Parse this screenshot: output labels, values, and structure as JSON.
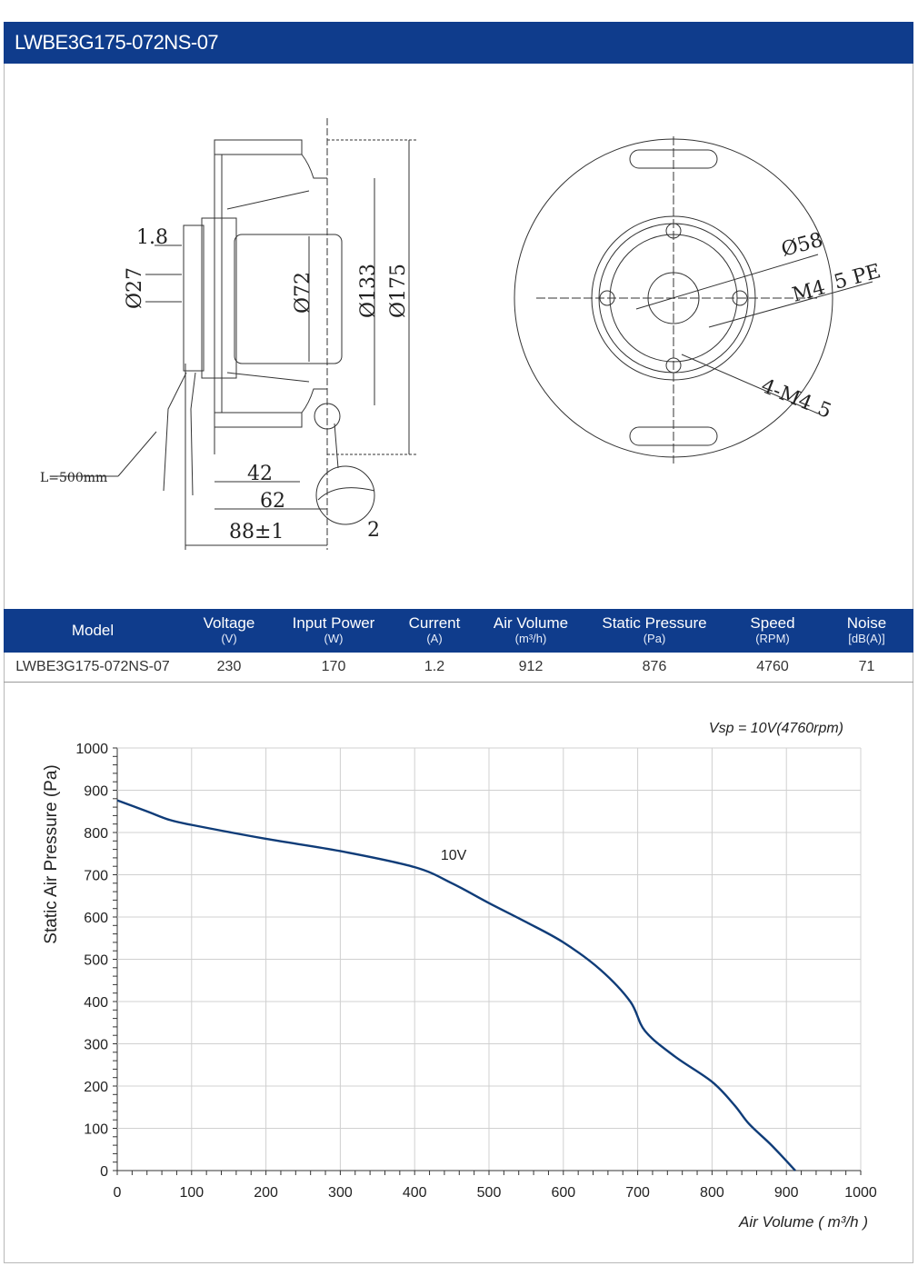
{
  "header": {
    "title": "LWBE3G175-072NS-07"
  },
  "drawing": {
    "side_dims": [
      "1.8",
      "Ø27",
      "Ø72",
      "Ø133",
      "Ø175",
      "L=500mm",
      "42",
      "62",
      "88±1",
      "2"
    ],
    "front_dims": [
      "Ø58",
      "M4",
      "5 PE",
      "4-M4",
      "5"
    ]
  },
  "table": {
    "headers": [
      {
        "label": "Model",
        "unit": ""
      },
      {
        "label": "Voltage",
        "unit": "(V)"
      },
      {
        "label": "Input Power",
        "unit": "(W)"
      },
      {
        "label": "Current",
        "unit": "(A)"
      },
      {
        "label": "Air Volume",
        "unit": "(m³/h)"
      },
      {
        "label": "Static Pressure",
        "unit": "(Pa)"
      },
      {
        "label": "Speed",
        "unit": "(RPM)"
      },
      {
        "label": "Noise",
        "unit": "[dB(A)]"
      }
    ],
    "rows": [
      [
        "LWBE3G175-072NS-07",
        "230",
        "170",
        "1.2",
        "912",
        "876",
        "4760",
        "71"
      ]
    ]
  },
  "chart_data": {
    "type": "line",
    "subtitle": "Vsp = 10V(4760rpm)",
    "xlabel": "Air Volume ( m³/h )",
    "ylabel": "Static Air Pressure  (Pa)",
    "xlim": [
      0,
      1000
    ],
    "ylim": [
      0,
      1000
    ],
    "xticks": [
      0,
      100,
      200,
      300,
      400,
      500,
      600,
      700,
      800,
      900,
      1000
    ],
    "yticks": [
      0,
      100,
      200,
      300,
      400,
      500,
      600,
      700,
      800,
      900,
      1000
    ],
    "grid": true,
    "series": [
      {
        "name": "10V",
        "color": "#0f3c78",
        "x": [
          0,
          40,
          70,
          100,
          200,
          300,
          400,
          450,
          500,
          550,
          600,
          650,
          690,
          710,
          750,
          800,
          830,
          850,
          880,
          912
        ],
        "y": [
          876,
          850,
          830,
          818,
          785,
          756,
          718,
          680,
          633,
          588,
          540,
          475,
          400,
          330,
          270,
          210,
          155,
          110,
          60,
          0
        ]
      }
    ]
  }
}
